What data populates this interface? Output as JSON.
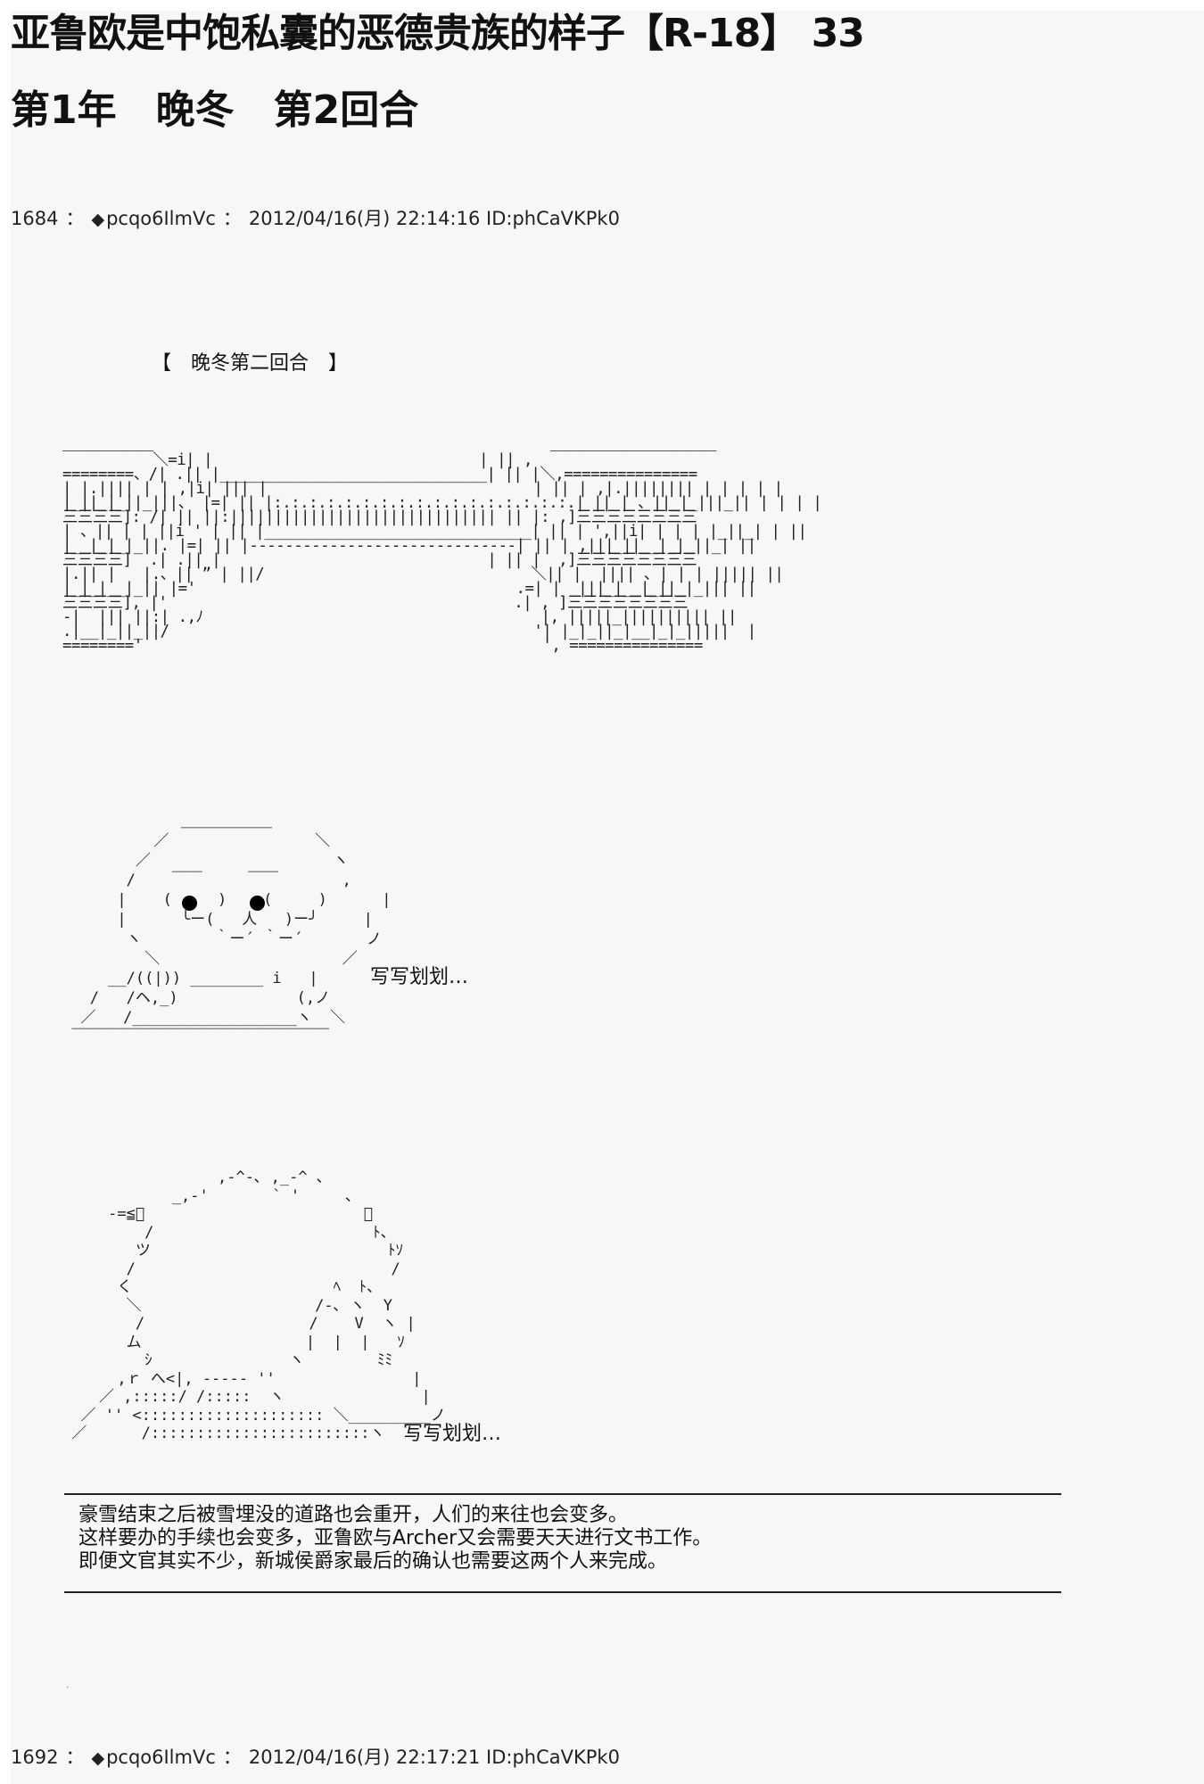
{
  "header": {
    "title": "亚鲁欧是中饱私囊的恶德贵族的样子【R-18】 33",
    "subtitle": "第1年　晚冬　第2回合"
  },
  "posts": [
    {
      "number": "1684",
      "separator": "：",
      "trip_icon": "diamond-icon",
      "trip_mark": "◆",
      "tripcode": "pcqo6IlmVc",
      "datetime": "2012/04/16(月) 22:14:16",
      "id": "ID:phCaVKPk0"
    },
    {
      "number": "1692",
      "separator": "：",
      "trip_icon": "diamond-icon",
      "trip_mark": "◆",
      "tripcode": "pcqo6IlmVc",
      "datetime": "2012/04/16(月) 22:17:21",
      "id": "ID:phCaVKPk0"
    }
  ],
  "content": {
    "section_label": "【　晚冬第二回合　】",
    "art_building": "￣￣￣￣￣￣＼=i| |                              | || ,  ￣￣￣￣￣￣￣￣￣￣￣\n========、/| .|| |______________________________| || |＼,===============\n| |.|||| | | ,|i| ||| |                              | || | ,|.|||||||| | | | | |\n|_||_|_||_|||、 |=| || |:.:.:.:.:.:.:.:.:.:.:.:.:.:.:.:.:.| || | 、||_|_|||_|| | | | |\n三三三三]: /| || ||:|||||||||||||||||||||||||||||| || |: ,]三三三三三三三三\n| 、|| | | ||i ' | || |______________________________| || | ',||i| | | | |_||_| | ||\n|__|_|_|_||. |=| || |‐‐‐‐‐‐‐‐‐‐‐‐‐‐‐‐‐‐‐‐‐‐‐‐‐‐‐‐‐‐| || | ,|||_||__|_|_||_| ||\n三三三三]  .| .|| |                              | || |  ,]三三三三三三三三\n|.|| |   |.、|| ” | ||/                              ＼|| |  |||| 、| | | ||||| ||\n|_|_|__|_|| |='                                    .=| |  |||_|__|_||_|_||| ||\n三三三三], |'                                       .| , ]三三三三三三三三\n-|  ||| ||:| .,ﾉ                                      |, |||||_|||||||||| ||\n.|__|_||_||/                                         '| |_|_||_|__|_|_|||||  |\n========'                                             ', ===============",
    "art_yukkuri": "             ＿＿＿＿＿＿\n          ／                ＼\n        ／                    ヽ\n       /    ￣￣     ￣￣       ,\n      |    (     )    (     )      |\n      |      ╰ー(   人   )ー╯     |\n       ヽ        ｀ー´ ｀ー´       ノ\n         ＼                    ／\n     __/((|)) ________ i   |\n   /   /ヘ,_)             (,ノ\n  ／   /__________________ヽ  ＼\n ￣￣￣￣￣￣￣￣￣￣￣￣￣￣￣￣￣",
    "art_archer": "                 ,-^-､ ,_-^ ､\n            _,-'       ` '     ､\n     -=≦ﾞ                        ､\n         /                        ﾄ、\n        ツ                          ﾄｿ\n       /                            /\n      く                      ﾍ  ﾄ、\n       ＼                   /‐､ ヽ  Y\n        /                  /    V  ヽ |\n       ム                  |  |  |   ｿ\n         ｼ               ヽ        ﾐﾐ\n      ,ｒ へ<|, -‐-‐‐ ''               |\n    ／ ,:::::/ /:::::  ヽ               |\n  ／ '' <:::::::::::::::::::: ＼_________ノ\n ／      /::::::::::::::::::::::::ヽ",
    "caption_1": "写写划划…",
    "caption_2": "写写划划…",
    "narration": [
      "豪雪结束之后被雪埋没的道路也会重开，人们的来往也会变多。",
      "这样要办的手续也会变多，亚鲁欧与Archer又会需要天天进行文书工作。",
      "即便文官其实不少，新城侯爵家最后的确认也需要这两个人来完成。"
    ],
    "stray_mark": "."
  }
}
